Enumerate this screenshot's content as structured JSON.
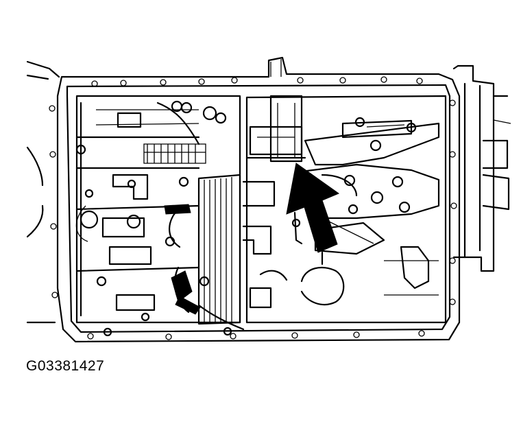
{
  "figure": {
    "reference_code": "G03381427",
    "accent_color": "#000000",
    "background_color": "#ffffff",
    "callout": {
      "type": "arrow",
      "style": "solid-black"
    }
  }
}
